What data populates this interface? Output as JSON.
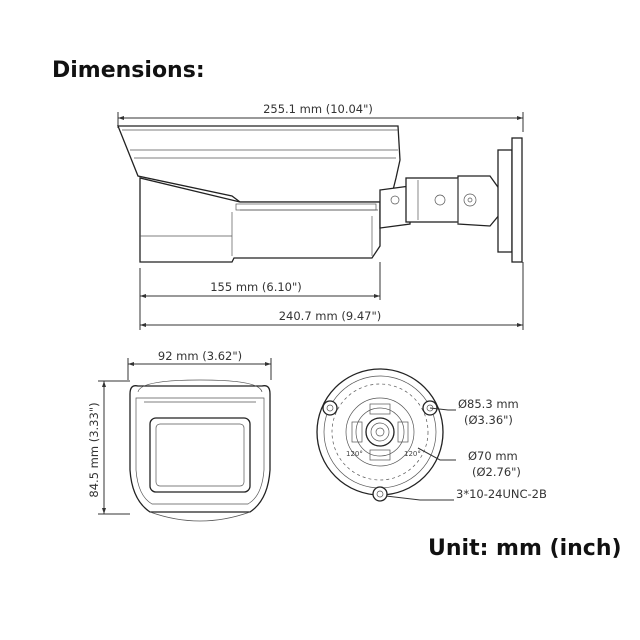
{
  "title": "Dimensions:",
  "unit_note": "Unit: mm (inch)",
  "side_view": {
    "overall_length": "255.1 mm (10.04\")",
    "body_length": "155 mm (6.10\")",
    "total_length": "240.7 mm (9.47\")"
  },
  "front_view": {
    "width": "92 mm (3.62\")",
    "height": "84.5 mm (3.33\")"
  },
  "mount_view": {
    "outer_diameter": "Ø85.3 mm",
    "outer_diameter_in": "(Ø3.36\")",
    "inner_diameter": "Ø70 mm",
    "inner_diameter_in": "(Ø2.76\")",
    "screw_spec": "3*10-24UNC-2B",
    "angle_left": "120°",
    "angle_right": "120°"
  }
}
